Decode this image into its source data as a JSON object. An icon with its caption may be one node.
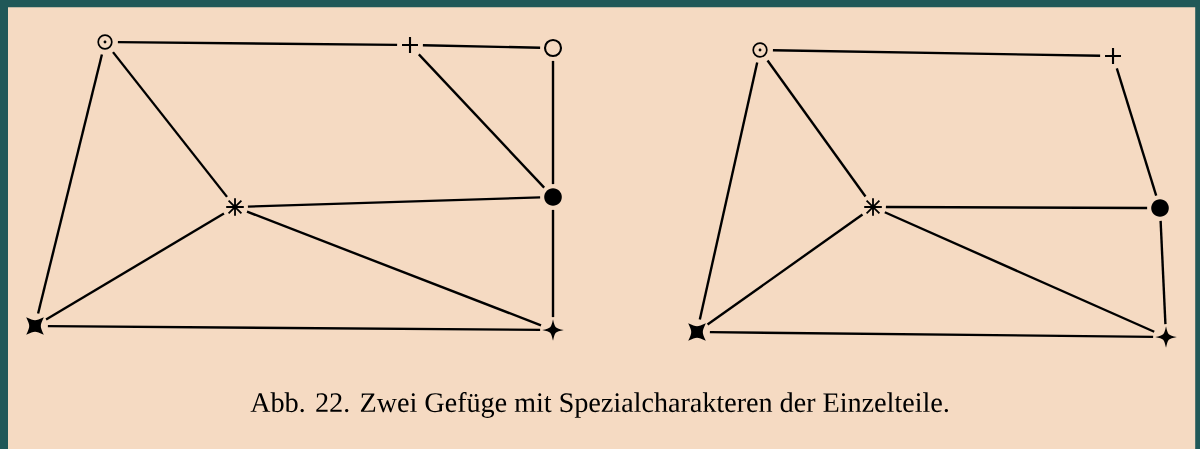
{
  "diagram": {
    "caption": "Abb. 22. Zwei Gefüge mit Spezialcharakteren der Einzelteile.",
    "nodes": [
      {
        "text": [],
        "shape": "bullseye"
      },
      {
        "text": [],
        "shape": "cross"
      },
      {
        "text": [],
        "shape": "ring"
      },
      {
        "text": [],
        "shape": "asterisk"
      },
      {
        "text": [],
        "shape": "dot"
      },
      {
        "text": [],
        "shape": "square"
      },
      {
        "text": [],
        "shape": "star"
      },
      {
        "text": [],
        "shape": "bullseye"
      },
      {
        "text": [],
        "shape": "cross"
      },
      {
        "text": [],
        "shape": "asterisk"
      },
      {
        "text": [],
        "shape": "dot"
      },
      {
        "text": [],
        "shape": "square"
      },
      {
        "text": [],
        "shape": "star"
      }
    ],
    "edges": [
      {
        "from": 0,
        "to": 1,
        "arrow": "none"
      },
      {
        "from": 1,
        "to": 2,
        "arrow": "none"
      },
      {
        "from": 2,
        "to": 4,
        "arrow": "none"
      },
      {
        "from": 1,
        "to": 4,
        "arrow": "none"
      },
      {
        "from": 0,
        "to": 3,
        "arrow": "none"
      },
      {
        "from": 0,
        "to": 5,
        "arrow": "none"
      },
      {
        "from": 3,
        "to": 4,
        "arrow": "none"
      },
      {
        "from": 3,
        "to": 5,
        "arrow": "none"
      },
      {
        "from": 3,
        "to": 6,
        "arrow": "none"
      },
      {
        "from": 4,
        "to": 6,
        "arrow": "none"
      },
      {
        "from": 5,
        "to": 6,
        "arrow": "none"
      },
      {
        "from": 7,
        "to": 8,
        "arrow": "none"
      },
      {
        "from": 8,
        "to": 10,
        "arrow": "none"
      },
      {
        "from": 7,
        "to": 9,
        "arrow": "none"
      },
      {
        "from": 7,
        "to": 11,
        "arrow": "none"
      },
      {
        "from": 9,
        "to": 10,
        "arrow": "none"
      },
      {
        "from": 9,
        "to": 11,
        "arrow": "none"
      },
      {
        "from": 9,
        "to": 12,
        "arrow": "none"
      },
      {
        "from": 10,
        "to": 12,
        "arrow": "none"
      },
      {
        "from": 11,
        "to": 12,
        "arrow": "none"
      }
    ]
  }
}
